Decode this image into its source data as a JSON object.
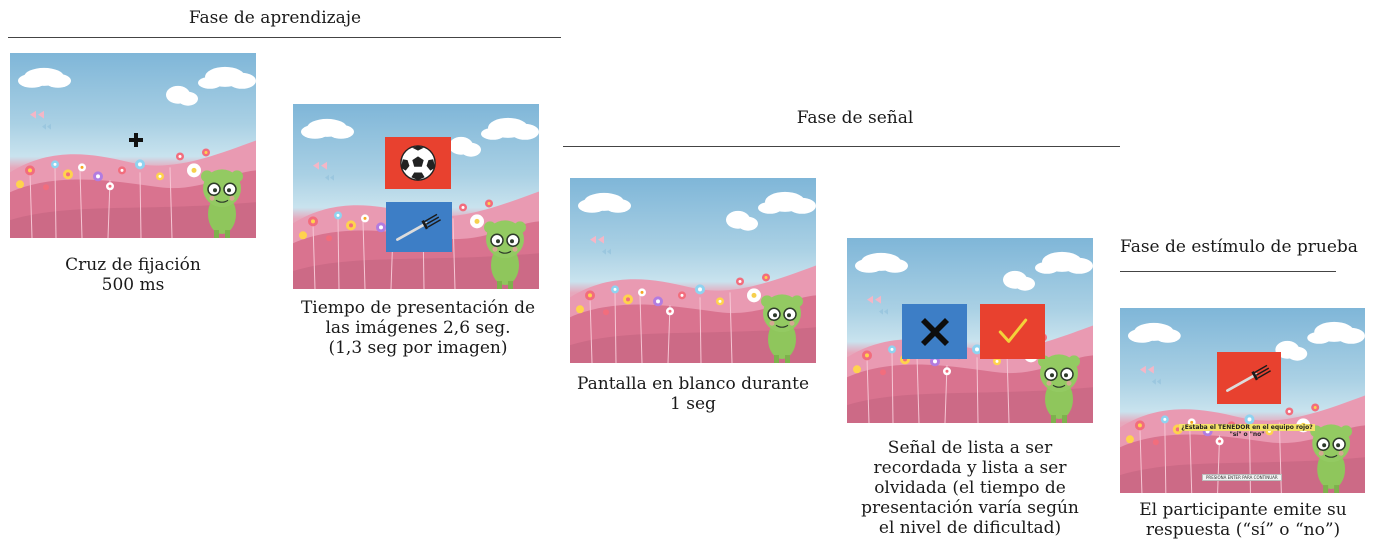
{
  "phases": {
    "learning": "Fase de aprendizaje",
    "cue": "Fase de señal",
    "test": "Fase de estímulo de prueba"
  },
  "captions": {
    "fixation": [
      "Cruz de fijación",
      "500 ms"
    ],
    "presentation": [
      "Tiempo de presentación de",
      "las imágenes 2,6 seg.",
      "(1,3 seg por imagen)"
    ],
    "blank": [
      "Pantalla en blanco durante",
      "1 seg"
    ],
    "cue_signal": [
      "Señal de lista a ser",
      "recordada y lista a ser",
      "olvidada (el tiempo de",
      "presentación varía según",
      "el nivel de dificultad)"
    ],
    "response": [
      "El participante emite su",
      "respuesta (“sí” o “no”)"
    ]
  },
  "test_screen": {
    "question": "¿Estaba el TENEDOR en el equipo rojo?",
    "options": "\"sí\" o \"no\"",
    "footer": "PRESIONA ENTER PARA CONTINUAR"
  },
  "icons": {
    "fixation": "plus-icon",
    "ball": "soccer-ball-icon",
    "fork": "fork-icon",
    "forget": "x-mark-icon",
    "remember": "check-mark-icon"
  },
  "colors": {
    "card_red": "#e8412f",
    "card_blue": "#3d7ec6",
    "check": "#f3d23a"
  }
}
